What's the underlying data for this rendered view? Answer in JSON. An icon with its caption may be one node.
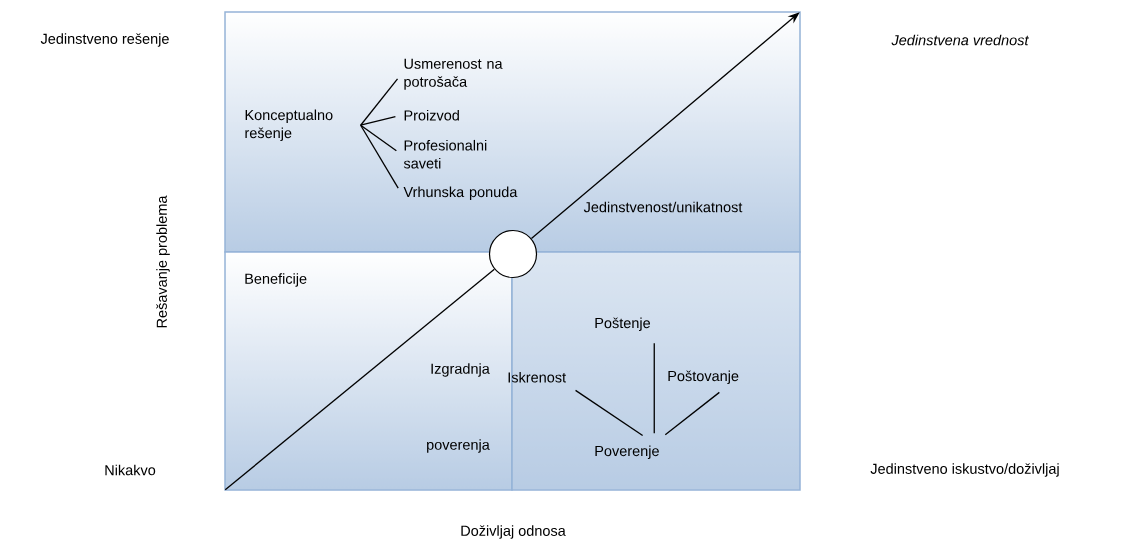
{
  "diagram": {
    "nodes": [
      {
        "text": [],
        "shape": "box"
      },
      {
        "text": [
          "Konceptualno rešenje"
        ],
        "in": 0
      },
      {
        "text": [
          "Usmerenost na potrošača"
        ],
        "in": 0
      },
      {
        "text": [
          "Proizvod"
        ],
        "in": 0
      },
      {
        "text": [
          "Profesionalni saveti"
        ],
        "in": 0
      },
      {
        "text": [
          "Vrhunska ponuda"
        ],
        "in": 0
      },
      {
        "text": [
          "Beneficije",
          "Izgradnja poverenja"
        ]
      },
      {
        "text": [],
        "shape": "box"
      },
      {
        "text": [
          "Poštenje"
        ],
        "in": 7
      },
      {
        "text": [
          "Iskrenost"
        ],
        "in": 7
      },
      {
        "text": [
          "Poštovanje"
        ],
        "in": 7
      },
      {
        "text": [
          "Poverenje"
        ],
        "in": 7
      },
      {
        "text": [],
        "shape": "circle"
      }
    ],
    "edges": [
      {
        "from": 1,
        "to": 2,
        "arrow": "none"
      },
      {
        "from": 1,
        "to": 3,
        "arrow": "none"
      },
      {
        "from": 1,
        "to": 4,
        "arrow": "none"
      },
      {
        "from": 1,
        "to": 5,
        "arrow": "none"
      },
      {
        "from": 8,
        "to": 11,
        "arrow": "none"
      },
      {
        "from": 9,
        "to": 11,
        "arrow": "none"
      },
      {
        "from": 10,
        "to": 11,
        "arrow": "none"
      },
      {
        "from": 6,
        "to": 12,
        "arrow": "none"
      },
      {
        "from": 12,
        "to": 0,
        "arrow": "to"
      }
    ],
    "labels": [
      "Jedinstveno rešenje",
      "Jedinstvena vrednost",
      "Rešavanje problema",
      "Jedinstvenost/unikatnost",
      "Nikakvo",
      "Jedinstveno iskustvo/doživljaj",
      "Doživljaj odnosa"
    ]
  }
}
